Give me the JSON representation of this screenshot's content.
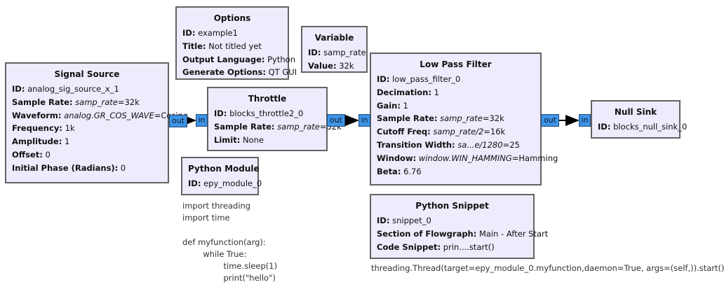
{
  "blocks": {
    "options": {
      "title": "Options",
      "rows": [
        {
          "k": "ID:",
          "v": " example1"
        },
        {
          "k": "Title:",
          "v": " Not titled yet"
        },
        {
          "k": "Output Language:",
          "v": " Python"
        },
        {
          "k": "Generate Options:",
          "v": " QT GUI"
        }
      ]
    },
    "variable": {
      "title": "Variable",
      "rows": [
        {
          "k": "ID:",
          "v": " samp_rate"
        },
        {
          "k": "Value:",
          "v": " 32k"
        }
      ]
    },
    "signal_source": {
      "title": "Signal Source",
      "rows": [
        {
          "k": "ID:",
          "v": " analog_sig_source_x_1"
        },
        {
          "k": "Sample Rate:",
          "vi": " samp_rate",
          "v": "=32k"
        },
        {
          "k": "Waveform:",
          "vi": " analog.GR_COS_WAVE",
          "v": "=Cosine"
        },
        {
          "k": "Frequency:",
          "v": " 1k"
        },
        {
          "k": "Amplitude:",
          "v": " 1"
        },
        {
          "k": "Offset:",
          "v": " 0"
        },
        {
          "k": "Initial Phase (Radians):",
          "v": " 0"
        }
      ]
    },
    "throttle": {
      "title": "Throttle",
      "rows": [
        {
          "k": "ID:",
          "v": " blocks_throttle2_0"
        },
        {
          "k": "Sample Rate:",
          "vi": " samp_rate",
          "v": "=32k"
        },
        {
          "k": "Limit:",
          "v": " None"
        }
      ]
    },
    "low_pass_filter": {
      "title": "Low Pass Filter",
      "rows": [
        {
          "k": "ID:",
          "v": " low_pass_filter_0"
        },
        {
          "k": "Decimation:",
          "v": " 1"
        },
        {
          "k": "Gain:",
          "v": " 1"
        },
        {
          "k": "Sample Rate:",
          "vi": " samp_rate",
          "v": "=32k"
        },
        {
          "k": "Cutoff Freq:",
          "vi": " samp_rate/2",
          "v": "=16k"
        },
        {
          "k": "Transition Width:",
          "vi": " sa...e/1280",
          "v": "=25"
        },
        {
          "k": "Window:",
          "vi": " window.WIN_HAMMING",
          "v": "=Hamming"
        },
        {
          "k": "Beta:",
          "v": " 6.76"
        }
      ]
    },
    "null_sink": {
      "title": "Null Sink",
      "rows": [
        {
          "k": "ID:",
          "v": " blocks_null_sink_0"
        }
      ]
    },
    "python_module": {
      "title": "Python Module",
      "rows": [
        {
          "k": "ID:",
          "v": " epy_module_0"
        }
      ]
    },
    "python_snippet": {
      "title": "Python Snippet",
      "rows": [
        {
          "k": "ID:",
          "v": " snippet_0"
        },
        {
          "k": "Section of Flowgraph:",
          "v": " Main - After Start"
        },
        {
          "k": "Code Snippet:",
          "v": " prin....start()"
        }
      ]
    }
  },
  "ports": {
    "out": "out",
    "in": "in"
  },
  "module_code": "import threading\nimport time\n\ndef myfunction(arg):\n        while True:\n                time.sleep(1)\n                print(\"hello\")",
  "snippet_code": "threading.Thread(target=epy_module_0.myfunction,daemon=True, args=(self,)).start()",
  "colors": {
    "block_bg": "#eeebfc",
    "block_border": "#636363",
    "port": "#3d94e6"
  }
}
